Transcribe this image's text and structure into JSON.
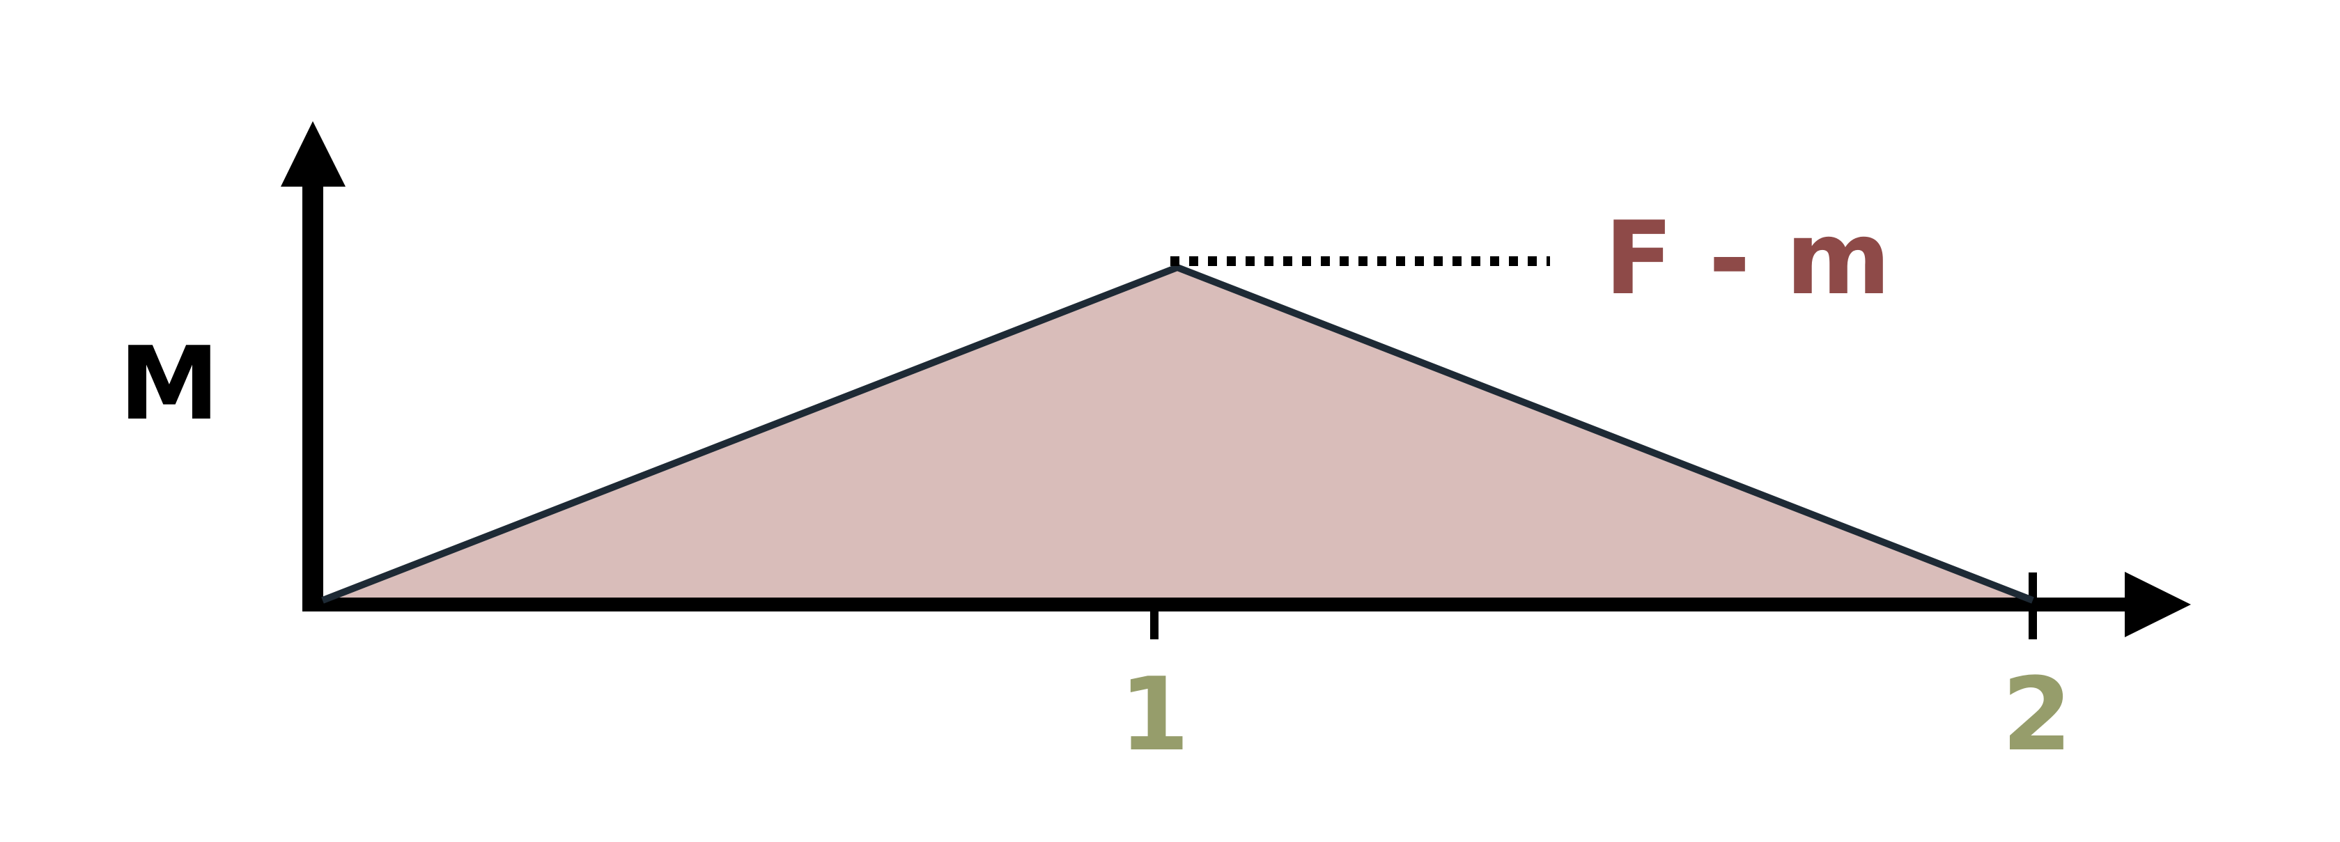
{
  "labels": {
    "y_axis": "M",
    "peak_value": "F - m",
    "tick_1": "1",
    "tick_2": "2"
  },
  "colors": {
    "fill": "#d9bdba",
    "outline": "#1e2a35",
    "axes": "#000000",
    "peak_label": "#8e4a48",
    "tick_labels": "#969d6b"
  }
}
